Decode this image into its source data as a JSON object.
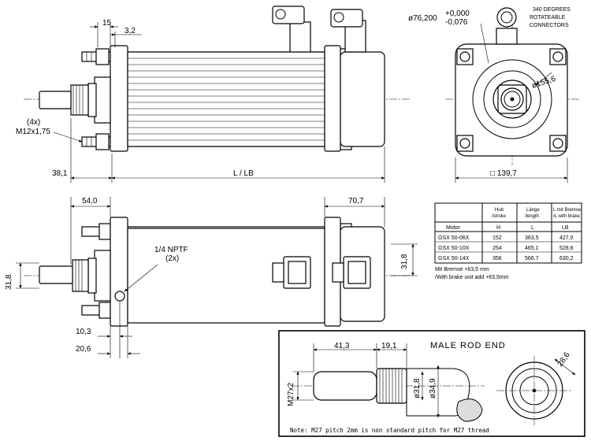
{
  "dims": {
    "d15": "15",
    "d3_2": "3,2",
    "d4x": "(4x)",
    "m12": "M12x1,75",
    "d38_1": "38,1",
    "l_lb": "L / LB",
    "phi76": "ø76,200",
    "tol_plus": "+0,000",
    "tol_minus": "-0,076",
    "rot1": "340 DEGREES",
    "rot2": "ROTATEABLE",
    "rot3": "CONNECTORS",
    "phi155": "ø155,6",
    "sq139": "□ 139,7",
    "d54": "54,0",
    "d70_7": "70,7",
    "nptf": "1/4 NPTF",
    "nptf2": "(2x)",
    "d31_8a": "31,8",
    "d31_8b": "31,8",
    "d10_3": "10,3",
    "d20_6": "20,6",
    "rod_title": "MALE ROD END",
    "d41_3": "41,3",
    "d19_1": "19,1",
    "m27": "M27x2",
    "phi31_8": "ø31,8",
    "phi34_9": "ø34,9",
    "d28_6": "28,6",
    "rod_note": "Note: M27 pitch 2mm is non standard pitch for M27 thread",
    "brake1": "Mit Bremse +63,5 mm",
    "brake2": "/With brake unit add +63,5mm"
  },
  "table": {
    "headers": [
      {
        "a": "",
        "b": ""
      },
      {
        "a": "Hub",
        "b": "/stroke"
      },
      {
        "a": "Länge",
        "b": "/length"
      },
      {
        "a": "L mit Bremse",
        "b": "/L with brake"
      }
    ],
    "sub": [
      "Motor",
      "H",
      "L",
      "LB"
    ],
    "rows": [
      [
        "GSX 50-06X",
        "152",
        "363,5",
        "427,0"
      ],
      [
        "GSX 50-10X",
        "254",
        "465,1",
        "528,6"
      ],
      [
        "GSX 50-14X",
        "356",
        "566,7",
        "630,2"
      ]
    ]
  }
}
